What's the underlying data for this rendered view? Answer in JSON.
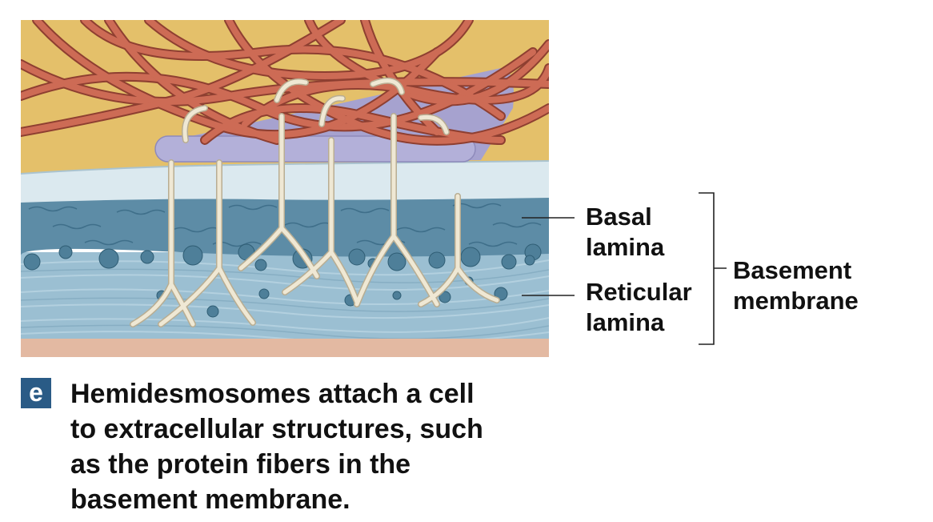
{
  "labels": {
    "basal": [
      "Basal",
      "lamina"
    ],
    "reticular": [
      "Reticular",
      "lamina"
    ],
    "basement": [
      "Basement",
      "membrane"
    ]
  },
  "caption": {
    "badge": "e",
    "lines": [
      "Hemidesmosomes attach a cell",
      "to extracellular structures, such",
      "as the protein fibers in the",
      "basement membrane."
    ]
  },
  "colors": {
    "cytoplasm": "#e4c06a",
    "keratin_fiber": "#cd6b55",
    "plaque": "#b3b0d9",
    "cell_membrane": "#dbe9ef",
    "basal_lamina": "#5d8ca6",
    "reticular_lamina": "#9bbfd2",
    "connective_base": "#e3b9a2",
    "integrin_fiber": "#efe8d4",
    "caption_badge": "#2a5b86"
  }
}
